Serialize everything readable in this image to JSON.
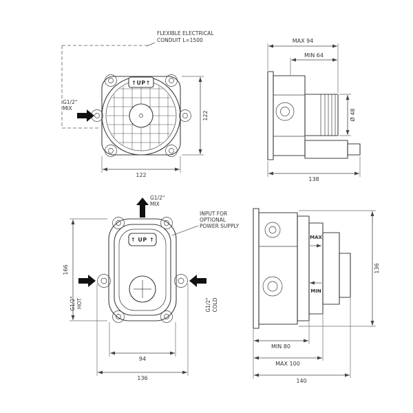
{
  "drawing": {
    "conduit_note": {
      "line1": "FLEXIBLE ELECTRICAL",
      "line2": "CONDUIT L=1500"
    },
    "power_note": {
      "line1": "INPUT FOR",
      "line2": "OPTIONAL",
      "line3": "POWER SUPPLY"
    },
    "round_front": {
      "up_badge": "↑UP↑",
      "mix_line1": "G1/2\"",
      "mix_line2": "MIX",
      "dim_height": "122",
      "dim_width": "122"
    },
    "round_side": {
      "dim_max_depth": "MAX 94",
      "dim_min_depth": "MIN 64",
      "dim_diameter": "Ø 48",
      "dim_total": "138"
    },
    "oval_front": {
      "up_badge": "↑ UP ↑",
      "mix_line1": "G1/2\"",
      "mix_line2": "MIX",
      "hot_line1": "G1/2\"",
      "hot_line2": "HOT",
      "cold_line1": "G1/2\"",
      "cold_line2": "COLD",
      "dim_height": "166",
      "dim_width_inner": "94",
      "dim_width_outer": "136"
    },
    "oval_side": {
      "max_label": "MAX",
      "min_label": "MIN",
      "dim_height": "136",
      "dim_min_depth": "MIN 80",
      "dim_max_depth": "MAX 100",
      "dim_total": "140"
    }
  }
}
